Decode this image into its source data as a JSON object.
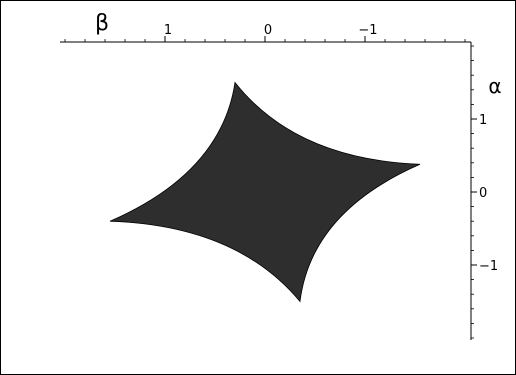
{
  "chart_data": {
    "type": "area",
    "title": "",
    "xlabel": "β",
    "ylabel": "α",
    "x_axis": {
      "reversed": true,
      "ticks": [
        1,
        0,
        -1
      ],
      "tick_labels": [
        "1",
        "0",
        "−1"
      ],
      "range": [
        2,
        -2
      ],
      "position": "top"
    },
    "y_axis": {
      "ticks": [
        1,
        0,
        -1
      ],
      "tick_labels": [
        "1",
        "0",
        "−1"
      ],
      "range": [
        -2,
        2
      ],
      "position": "right"
    },
    "grid": false,
    "region": {
      "fill": "#2e2e2e",
      "cusps": [
        {
          "beta": 0.3,
          "alpha": 1.5
        },
        {
          "beta": -1.55,
          "alpha": 0.38
        },
        {
          "beta": -0.35,
          "alpha": -1.5
        },
        {
          "beta": 1.55,
          "alpha": -0.4
        }
      ],
      "curvature": 0.52
    }
  }
}
